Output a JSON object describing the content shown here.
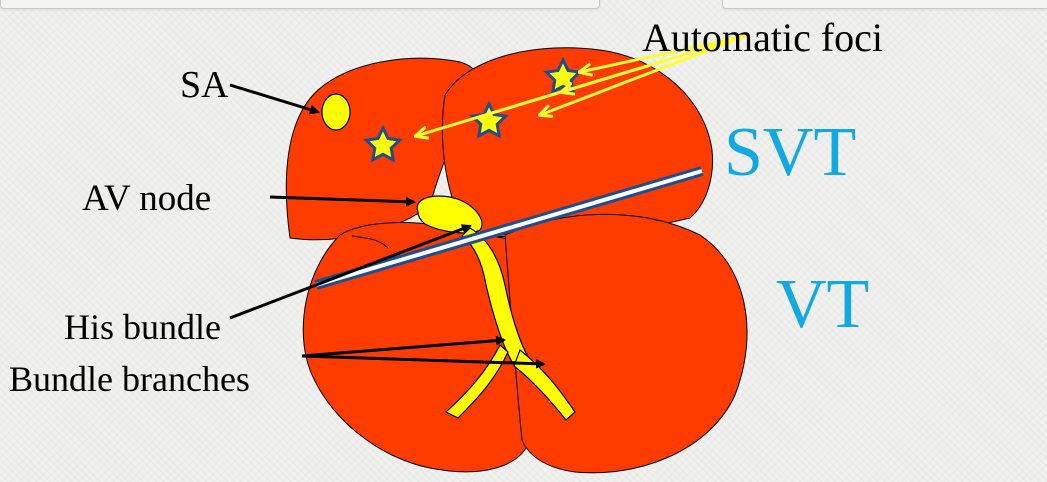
{
  "labels": {
    "automatic_foci": "Automatic foci",
    "sa": "SA",
    "av_node": "AV node",
    "his_bundle": "His bundle",
    "bundle_branches": "Bundle branches",
    "svt": "SVT",
    "vt": "VT"
  },
  "colors": {
    "heart": "#ff3c00",
    "conduction": "#ffff00",
    "star_fill": "#ffff00",
    "star_outline": "#1f4e8c",
    "foci_arrows": "#ffff33",
    "divider_blue": "#1f4e8c",
    "zone_label": "#12a9e2"
  },
  "icons": {
    "foci_markers": "star-icon",
    "sa_marker": "oval-icon"
  }
}
